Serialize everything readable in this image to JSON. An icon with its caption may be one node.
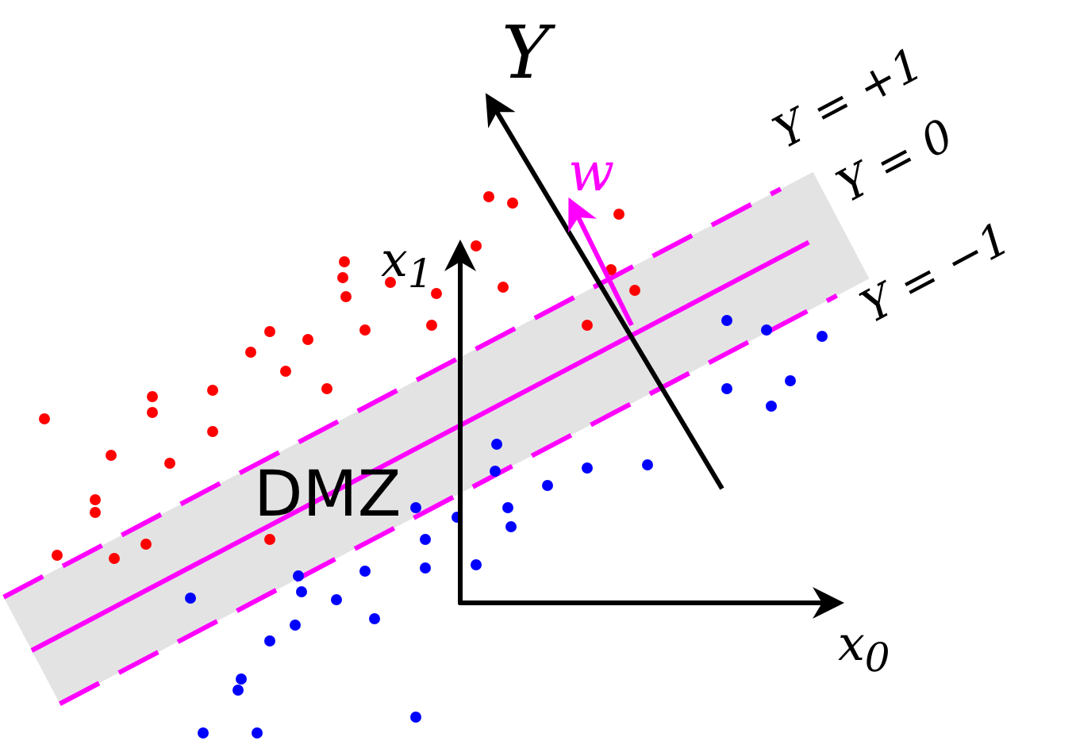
{
  "diagram": {
    "labels": [
      "Y",
      "Y = +1",
      "w",
      "Y = 0",
      "x$_{1}$",
      "Y = −1",
      "DMZ",
      "x$_{0}$"
    ]
  }
}
